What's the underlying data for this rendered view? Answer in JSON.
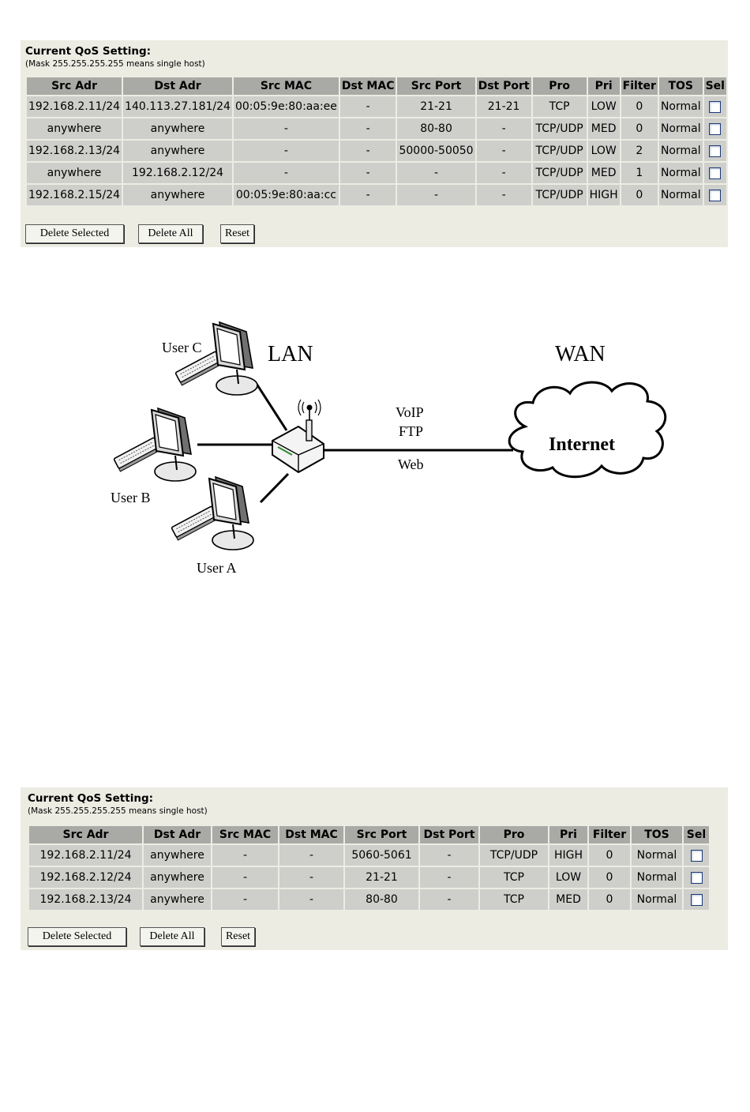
{
  "qos_table_1": {
    "title": "Current QoS Setting:",
    "note": "(Mask 255.255.255.255 means single host)",
    "columns": [
      "Src Adr",
      "Dst Adr",
      "Src MAC",
      "Dst MAC",
      "Src Port",
      "Dst Port",
      "Pro",
      "Pri",
      "Filter",
      "TOS",
      "Sel"
    ],
    "rows": [
      [
        "192.168.2.11/24",
        "140.113.27.181/24",
        "00:05:9e:80:aa:ee",
        "-",
        "21-21",
        "21-21",
        "TCP",
        "LOW",
        "0",
        "Normal"
      ],
      [
        "anywhere",
        "anywhere",
        "-",
        "-",
        "80-80",
        "-",
        "TCP/UDP",
        "MED",
        "0",
        "Normal"
      ],
      [
        "192.168.2.13/24",
        "anywhere",
        "-",
        "-",
        "50000-50050",
        "-",
        "TCP/UDP",
        "LOW",
        "2",
        "Normal"
      ],
      [
        "anywhere",
        "192.168.2.12/24",
        "-",
        "-",
        "-",
        "-",
        "TCP/UDP",
        "MED",
        "1",
        "Normal"
      ],
      [
        "192.168.2.15/24",
        "anywhere",
        "00:05:9e:80:aa:cc",
        "-",
        "-",
        "-",
        "TCP/UDP",
        "HIGH",
        "0",
        "Normal"
      ]
    ],
    "buttons": {
      "delete_selected": "Delete Selected",
      "delete_all": "Delete All",
      "reset": "Reset"
    }
  },
  "diagram": {
    "lan_label": "LAN",
    "wan_label": "WAN",
    "internet_label": "Internet",
    "traffic_labels": [
      "VoIP",
      "FTP",
      "Web"
    ],
    "users": [
      "User C",
      "User B",
      "User A"
    ]
  },
  "qos_table_2": {
    "title": "Current QoS Setting:",
    "note": "(Mask 255.255.255.255 means single host)",
    "columns": [
      "Src Adr",
      "Dst Adr",
      "Src MAC",
      "Dst MAC",
      "Src Port",
      "Dst Port",
      "Pro",
      "Pri",
      "Filter",
      "TOS",
      "Sel"
    ],
    "rows": [
      [
        "192.168.2.11/24",
        "anywhere",
        "-",
        "-",
        "5060-5061",
        "-",
        "TCP/UDP",
        "HIGH",
        "0",
        "Normal"
      ],
      [
        "192.168.2.12/24",
        "anywhere",
        "-",
        "-",
        "21-21",
        "-",
        "TCP",
        "LOW",
        "0",
        "Normal"
      ],
      [
        "192.168.2.13/24",
        "anywhere",
        "-",
        "-",
        "80-80",
        "-",
        "TCP",
        "MED",
        "0",
        "Normal"
      ]
    ],
    "buttons": {
      "delete_selected": "Delete Selected",
      "delete_all": "Delete All",
      "reset": "Reset"
    }
  },
  "colors": {
    "panel_bg": "#ecece3",
    "header_bg": "#a9aaa6",
    "cell_bg": "#cecfcb"
  }
}
